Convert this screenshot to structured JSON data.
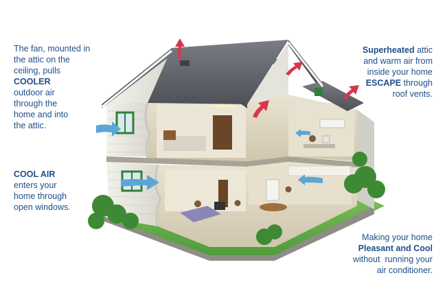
{
  "texts": {
    "fan": {
      "l1": "The fan, mounted in",
      "l2": "the attic on the",
      "l3": "ceiling, pulls",
      "l4": "COOLER",
      "l5": "outdoor air",
      "l6": "through the",
      "l7": "home and into",
      "l8": "the attic."
    },
    "cool": {
      "l1": "COOL AIR",
      "l2": "enters your",
      "l3": "home through",
      "l4": "open windows."
    },
    "super": {
      "l1a": "Superheated",
      "l1b": " attic",
      "l2": "and warm air from",
      "l3": "inside your home",
      "l4a": "ESCAPE",
      "l4b": " through",
      "l5": "roof vents."
    },
    "pleasant": {
      "l1": "Making your home",
      "l2": "Pleasant and Cool",
      "l3": "without  running your",
      "l4": "air conditioner."
    }
  },
  "colors": {
    "text": "#1f4f8a",
    "roof": "#5e6268",
    "siding": "#e9e9e2",
    "trim": "#2f7f3a",
    "grass": "#5fa845",
    "cool_arrow": "#5aa6d6",
    "hot_arrow": "#d9364a"
  },
  "icons": {
    "cool_arrows": "blue-airflow-arrow-icon",
    "hot_arrows": "red-airflow-arrow-icon"
  }
}
